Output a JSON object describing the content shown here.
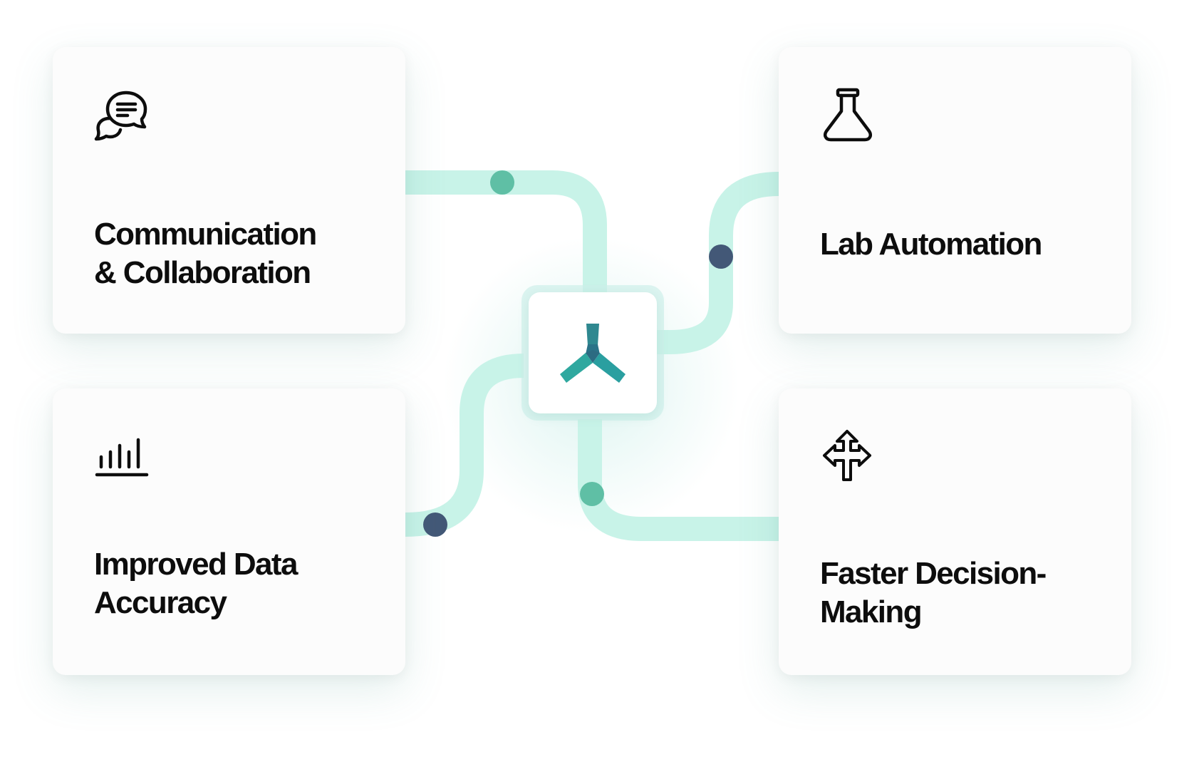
{
  "center": {
    "logo": "tri-branch-logo"
  },
  "cards": {
    "top_left": {
      "icon": "chat-bubbles-icon",
      "line1": "Communication",
      "line2": "& Collaboration"
    },
    "top_right": {
      "icon": "lab-flask-icon",
      "line1": "Lab Automation",
      "line2": ""
    },
    "bottom_left": {
      "icon": "bar-chart-icon",
      "line1": "Improved Data",
      "line2": "Accuracy"
    },
    "bottom_right": {
      "icon": "split-arrows-icon",
      "line1": "Faster Decision-",
      "line2": "Making"
    }
  },
  "colors": {
    "connector": "#c8f3e8",
    "dot_teal": "#5fbfa5",
    "dot_navy": "#435877",
    "logo_teal": "#2fa89f",
    "logo_dark": "#2c6b82",
    "text": "#0d0d0d"
  }
}
